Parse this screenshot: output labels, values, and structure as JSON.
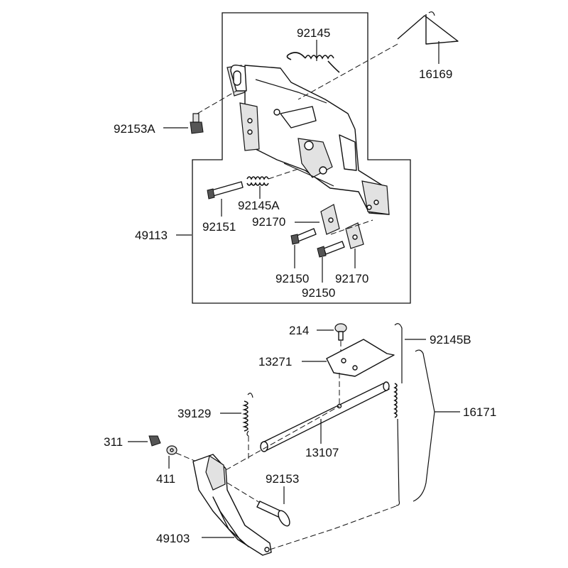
{
  "labels": {
    "p92145": "92145",
    "p16169": "16169",
    "p92153A": "92153A",
    "p92145A": "92145A",
    "p92151": "92151",
    "p49113": "49113",
    "p92170a": "92170",
    "p92150a": "92150",
    "p92170b": "92170",
    "p92150b": "92150",
    "p214": "214",
    "p92145B": "92145B",
    "p13271": "13271",
    "p16171": "16171",
    "p39129": "39129",
    "p311": "311",
    "p13107": "13107",
    "p411": "411",
    "p92153": "92153",
    "p49103": "49103"
  }
}
